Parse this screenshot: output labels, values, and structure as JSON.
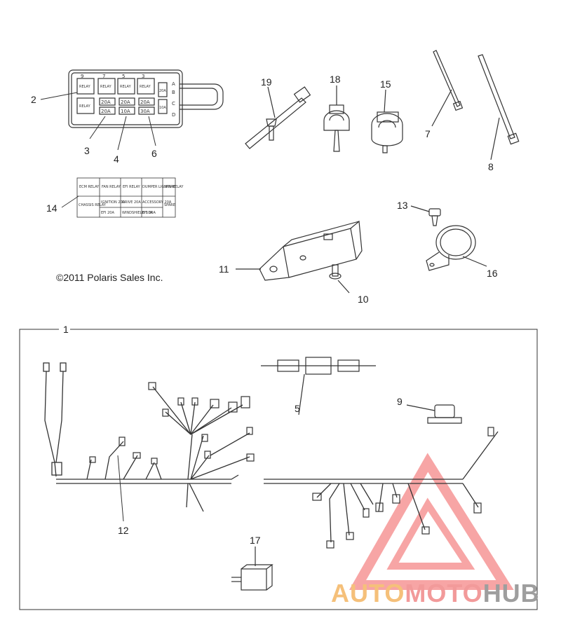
{
  "copyright": "©2011 Polaris Sales Inc.",
  "callouts": [
    "1",
    "2",
    "3",
    "4",
    "5",
    "6",
    "7",
    "8",
    "9",
    "10",
    "11",
    "12",
    "13",
    "14",
    "15",
    "16",
    "17",
    "18",
    "19"
  ],
  "fuse_box": {
    "top_numbers": [
      "9",
      "7",
      "5",
      "3"
    ],
    "side_letters": [
      "A",
      "B",
      "C",
      "D"
    ],
    "relay_label": "RELAY",
    "fuses_row": [
      "20A",
      "20A",
      "20A"
    ],
    "fuses_row2": [
      "20A",
      "10A",
      "30A"
    ],
    "side_fuses": [
      "20A",
      "10A"
    ]
  },
  "label_card": {
    "row1": [
      "ECM RELAY",
      "FAN RELAY",
      "EFI RELAY",
      "DUMPER LIGHTS RELAY",
      "SPARE"
    ],
    "row2": [
      "CHASSIS RELAY",
      "IGNITION 20A",
      "DRIVE 20A",
      "ACCESSORY 20A",
      "SPARE"
    ],
    "row3": [
      "EFI 20A",
      "WINDSHIELD 10A",
      "EFI 30A"
    ]
  },
  "watermark": {
    "part1": "AUTO",
    "part2": "MOTO",
    "part3": "HUB"
  },
  "colors": {
    "line": "#333333",
    "watermark_red": "#f25c5c",
    "watermark_orange": "#f5b25c",
    "watermark_gray": "#8a8a8a"
  }
}
